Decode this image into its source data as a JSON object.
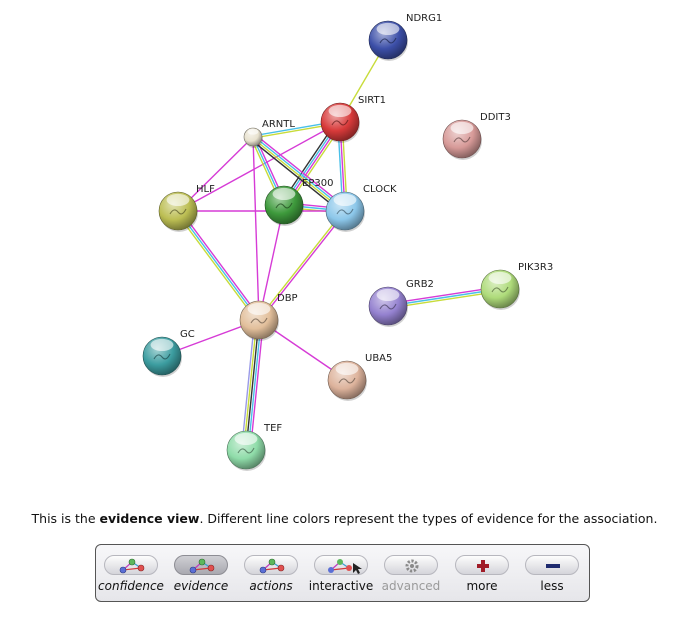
{
  "nodes": [
    {
      "id": "NDRG1",
      "label": "NDRG1",
      "color": "#3c4fa8"
    },
    {
      "id": "SIRT1",
      "label": "SIRT1",
      "color": "#d83a3a"
    },
    {
      "id": "DDIT3",
      "label": "DDIT3",
      "color": "#d79a98"
    },
    {
      "id": "ARNTL",
      "label": "ARNTL",
      "color": "#e8e2cf"
    },
    {
      "id": "HLF",
      "label": "HLF",
      "color": "#bcbe53"
    },
    {
      "id": "EP300",
      "label": "EP300",
      "color": "#3e9a3c"
    },
    {
      "id": "CLOCK",
      "label": "CLOCK",
      "color": "#8cc7ea"
    },
    {
      "id": "PIK3R3",
      "label": "PIK3R3",
      "color": "#aedb7a"
    },
    {
      "id": "GRB2",
      "label": "GRB2",
      "color": "#9481cf"
    },
    {
      "id": "DBP",
      "label": "DBP",
      "color": "#e2bf9b"
    },
    {
      "id": "GC",
      "label": "GC",
      "color": "#3c9da0"
    },
    {
      "id": "UBA5",
      "label": "UBA5",
      "color": "#ddb39c"
    },
    {
      "id": "TEF",
      "label": "TEF",
      "color": "#8fdca9"
    }
  ],
  "edges": [
    {
      "source": "NDRG1",
      "target": "SIRT1",
      "evidence": [
        "text-mining"
      ]
    },
    {
      "source": "SIRT1",
      "target": "ARNTL",
      "evidence": [
        "text-mining",
        "database"
      ]
    },
    {
      "source": "SIRT1",
      "target": "EP300",
      "evidence": [
        "text-mining",
        "experiments",
        "database",
        "coexpression"
      ]
    },
    {
      "source": "SIRT1",
      "target": "CLOCK",
      "evidence": [
        "text-mining",
        "experiments",
        "database"
      ]
    },
    {
      "source": "SIRT1",
      "target": "HLF",
      "evidence": [
        "experiments"
      ]
    },
    {
      "source": "ARNTL",
      "target": "EP300",
      "evidence": [
        "experiments",
        "database",
        "text-mining"
      ]
    },
    {
      "source": "ARNTL",
      "target": "CLOCK",
      "evidence": [
        "experiments",
        "database",
        "text-mining",
        "coexpression"
      ]
    },
    {
      "source": "ARNTL",
      "target": "HLF",
      "evidence": [
        "experiments"
      ]
    },
    {
      "source": "ARNTL",
      "target": "DBP",
      "evidence": [
        "experiments"
      ]
    },
    {
      "source": "EP300",
      "target": "CLOCK",
      "evidence": [
        "experiments",
        "database",
        "text-mining"
      ]
    },
    {
      "source": "HLF",
      "target": "CLOCK",
      "evidence": [
        "experiments"
      ]
    },
    {
      "source": "HLF",
      "target": "DBP",
      "evidence": [
        "experiments",
        "database",
        "text-mining"
      ]
    },
    {
      "source": "EP300",
      "target": "DBP",
      "evidence": [
        "experiments"
      ]
    },
    {
      "source": "CLOCK",
      "target": "DBP",
      "evidence": [
        "experiments",
        "text-mining"
      ]
    },
    {
      "source": "DBP",
      "target": "GC",
      "evidence": [
        "experiments"
      ]
    },
    {
      "source": "DBP",
      "target": "UBA5",
      "evidence": [
        "experiments"
      ]
    },
    {
      "source": "DBP",
      "target": "TEF",
      "evidence": [
        "experiments",
        "database",
        "coexpression",
        "text-mining",
        "homology"
      ]
    },
    {
      "source": "GRB2",
      "target": "PIK3R3",
      "evidence": [
        "experiments",
        "database",
        "text-mining"
      ]
    }
  ],
  "evidence_colors": {
    "experiments": "#d63bd6",
    "database": "#49c0e8",
    "text-mining": "#c8dc3a",
    "coexpression": "#333333",
    "homology": "#9a9ae8"
  },
  "caption": {
    "pre": "This is the ",
    "bold": "evidence view",
    "post": ". Different line colors represent the types of evidence for the association."
  },
  "toolbar": {
    "buttons": [
      {
        "key": "confidence",
        "label": "confidence",
        "icon": "network-view-icon",
        "italic": true,
        "active": false,
        "disabled": false
      },
      {
        "key": "evidence",
        "label": "evidence",
        "icon": "network-view-icon",
        "italic": true,
        "active": true,
        "disabled": false
      },
      {
        "key": "actions",
        "label": "actions",
        "icon": "network-view-icon",
        "italic": true,
        "active": false,
        "disabled": false
      },
      {
        "key": "interactive",
        "label": "interactive",
        "icon": "interactive-cursor-icon",
        "italic": false,
        "active": false,
        "disabled": false
      },
      {
        "key": "advanced",
        "label": "advanced",
        "icon": "gear-icon",
        "italic": false,
        "active": false,
        "disabled": true
      },
      {
        "key": "more",
        "label": "more",
        "icon": "plus-icon",
        "italic": false,
        "active": false,
        "disabled": false
      },
      {
        "key": "less",
        "label": "less",
        "icon": "minus-icon",
        "italic": false,
        "active": false,
        "disabled": false
      }
    ]
  }
}
